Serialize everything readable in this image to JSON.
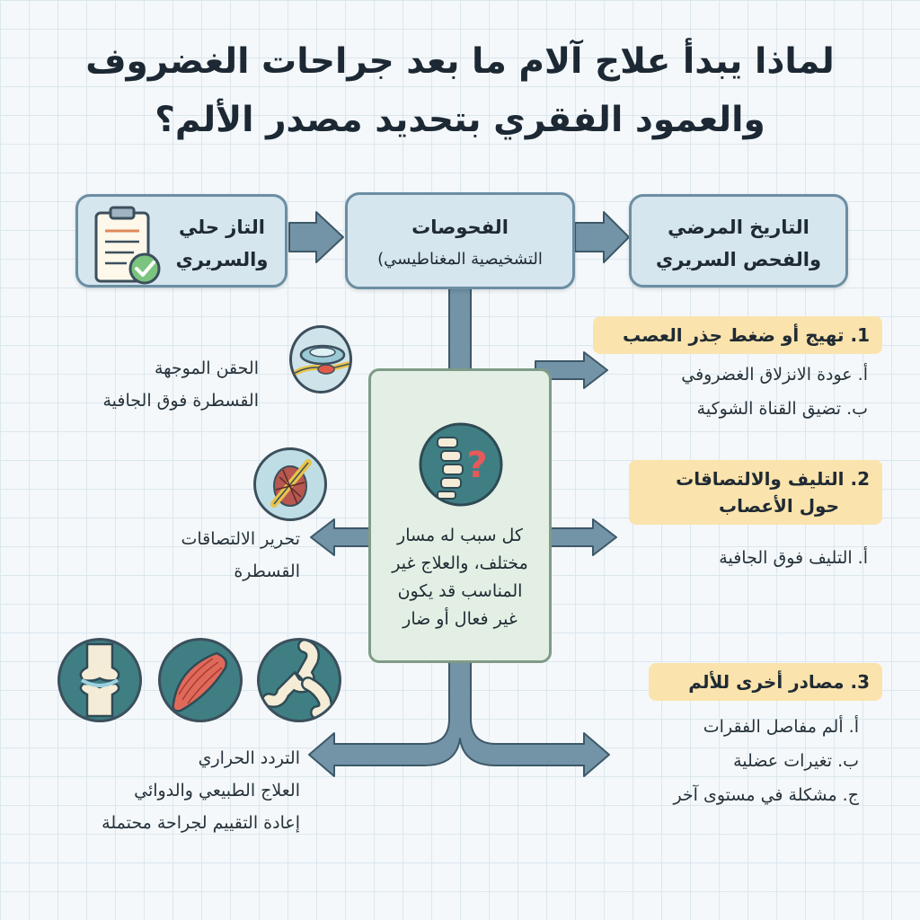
{
  "title": {
    "line1": "لماذا يبدأ علاج آلام ما بعد جراحات الغضروف",
    "line2": "والعمود الفقري بتحديد مصدر الألم؟"
  },
  "top_row": {
    "box_right": {
      "line1": "التاريخ المرضي",
      "line2": "والفحص السريري"
    },
    "box_middle": {
      "line1": "الفحوصات",
      "line2": "التشخيصية المغناطيسي)"
    },
    "box_left": {
      "line1": "التاز حلي",
      "line2": "والسريري"
    }
  },
  "center": {
    "lines": [
      "كل سبب له مسار",
      "مختلف، والعلاج غير",
      "المناسب قد يكون",
      "غير فعال أو ضار"
    ]
  },
  "causes": [
    {
      "heading_lines": [
        "1. تهيج أو ضغط جذر العصب"
      ],
      "items": [
        "أ.  عودة الانزلاق الغضروفي",
        "ب. تضيق القناة الشوكية"
      ]
    },
    {
      "heading_lines": [
        "2. التليف والالتصاقات",
        "حول الأعصاب"
      ],
      "items": [
        "أ. التليف فوق الجافية"
      ]
    },
    {
      "heading_lines": [
        "3. مصادر أخرى للألم"
      ],
      "items": [
        "أ. ألم مفاصل الفقرات",
        "ب. تغيرات عضلية",
        "ج. مشكلة في مستوى آخر"
      ]
    }
  ],
  "treatments": [
    {
      "lines": [
        "الحقن الموجهة",
        "القسطرة فوق الجافية"
      ]
    },
    {
      "lines": [
        "تحرير الالتصاقات",
        "القسطرة"
      ]
    },
    {
      "lines": [
        "التردد الحراري",
        "العلاج الطبيعي والدوائي",
        "إعادة التقييم لجراحة محتملة"
      ]
    }
  ],
  "icons": [
    "clipboard-check-icon",
    "spine-question-icon",
    "disc-injection-icon",
    "fibrosis-nerve-icon",
    "joint-icon",
    "muscle-icon",
    "vertebra-joint-icon"
  ],
  "colors": {
    "accent": "#6c8ea3",
    "badge": "#fbe3ad",
    "center": "#e3efe4",
    "check": "#7bc47f"
  }
}
